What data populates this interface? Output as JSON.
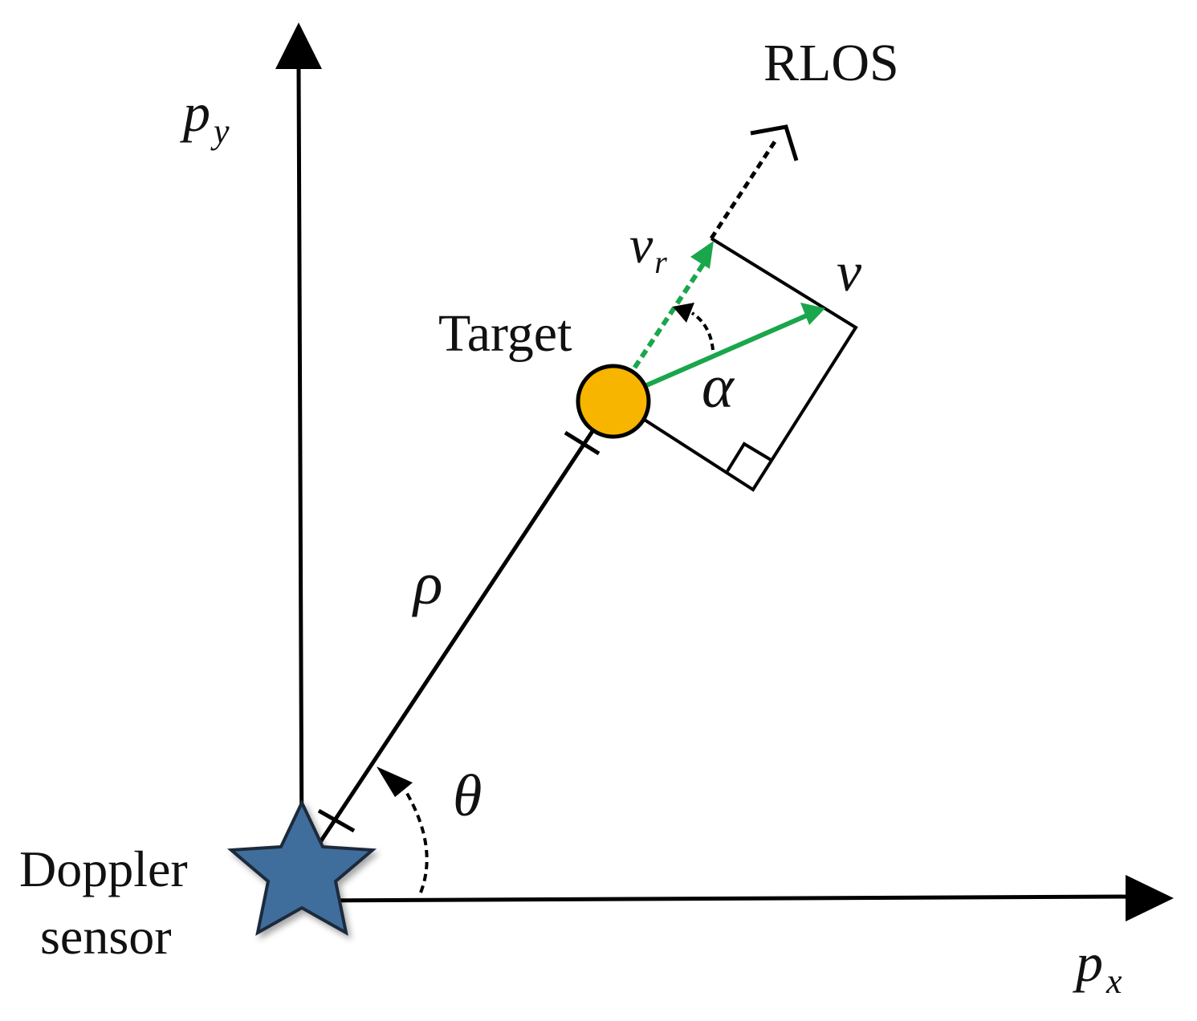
{
  "labels": {
    "py_main": "p",
    "py_sub": "y",
    "px_main": "p",
    "px_sub": "x",
    "rlos": "RLOS",
    "target": "Target",
    "doppler_line1": "Doppler",
    "doppler_line2": "sensor",
    "rho": "ρ",
    "theta": "θ",
    "alpha": "α",
    "v": "v",
    "vr_main": "v",
    "vr_sub": "r"
  },
  "colors": {
    "axis": "#000000",
    "velocity_vector": "#1aa64b",
    "target_fill": "#f7b500",
    "sensor_fill": "#3f6e9c",
    "sensor_stroke": "#1b2a3a"
  }
}
